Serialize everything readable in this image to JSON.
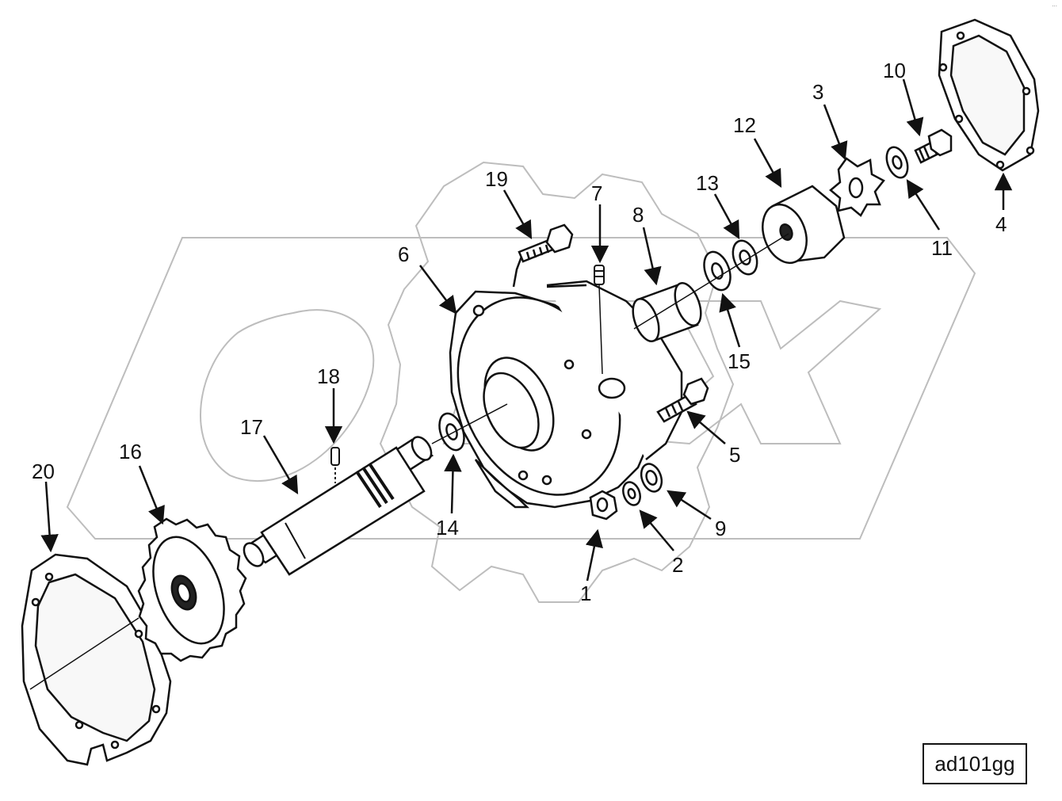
{
  "diagram": {
    "watermark_label": "OEX watermark",
    "corner_mark": "···",
    "reference_code": "ad101gg"
  },
  "callouts": [
    {
      "id": "1",
      "label": "1"
    },
    {
      "id": "2",
      "label": "2"
    },
    {
      "id": "3",
      "label": "3"
    },
    {
      "id": "4",
      "label": "4"
    },
    {
      "id": "5",
      "label": "5"
    },
    {
      "id": "6",
      "label": "6"
    },
    {
      "id": "7",
      "label": "7"
    },
    {
      "id": "8",
      "label": "8"
    },
    {
      "id": "9",
      "label": "9"
    },
    {
      "id": "10",
      "label": "10"
    },
    {
      "id": "11",
      "label": "11"
    },
    {
      "id": "12",
      "label": "12"
    },
    {
      "id": "13",
      "label": "13"
    },
    {
      "id": "14",
      "label": "14"
    },
    {
      "id": "15",
      "label": "15"
    },
    {
      "id": "16",
      "label": "16"
    },
    {
      "id": "17",
      "label": "17"
    },
    {
      "id": "18",
      "label": "18"
    },
    {
      "id": "19",
      "label": "19"
    },
    {
      "id": "20",
      "label": "20"
    }
  ]
}
